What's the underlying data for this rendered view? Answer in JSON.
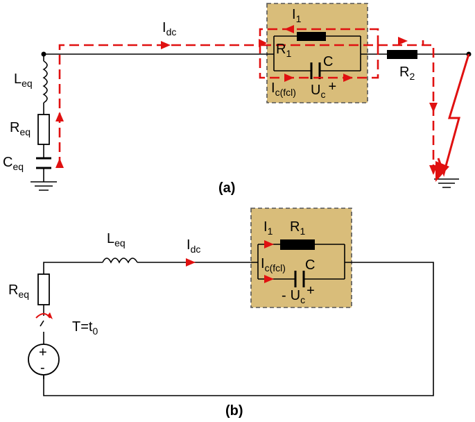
{
  "panel_a": {
    "caption": "(a)",
    "labels": {
      "idc": {
        "main": "I",
        "sub": "dc"
      },
      "i1": {
        "main": "I",
        "sub": "1"
      },
      "r1": {
        "main": "R",
        "sub": "1"
      },
      "c": "C",
      "ic": {
        "main": "I",
        "sub": "c(fcl)"
      },
      "uc": {
        "main": "U",
        "sub": "c",
        "sign": "+"
      },
      "r2": {
        "main": "R",
        "sub": "2"
      },
      "leq": {
        "main": "L",
        "sub": "eq"
      },
      "req": {
        "main": "R",
        "sub": "eq"
      },
      "ceq": {
        "main": "C",
        "sub": "eq"
      }
    }
  },
  "panel_b": {
    "caption": "(b)",
    "labels": {
      "leq": {
        "main": "L",
        "sub": "eq"
      },
      "idc": {
        "main": "I",
        "sub": "dc"
      },
      "i1": {
        "main": "I",
        "sub": "1"
      },
      "r1": {
        "main": "R",
        "sub": "1"
      },
      "ic": {
        "main": "I",
        "sub": "c(fcl)"
      },
      "c": "C",
      "uc": {
        "minus": "-",
        "main": "U",
        "sub": "c",
        "plus": "+"
      },
      "req": {
        "main": "R",
        "sub": "eq"
      },
      "switch": {
        "main": "T=t",
        "sub": "0"
      },
      "source": {
        "plus": "+",
        "minus": "-"
      }
    }
  },
  "colors": {
    "fcl_box": "#d9bd7a",
    "current_path": "#e01010",
    "wire": "#000000"
  }
}
